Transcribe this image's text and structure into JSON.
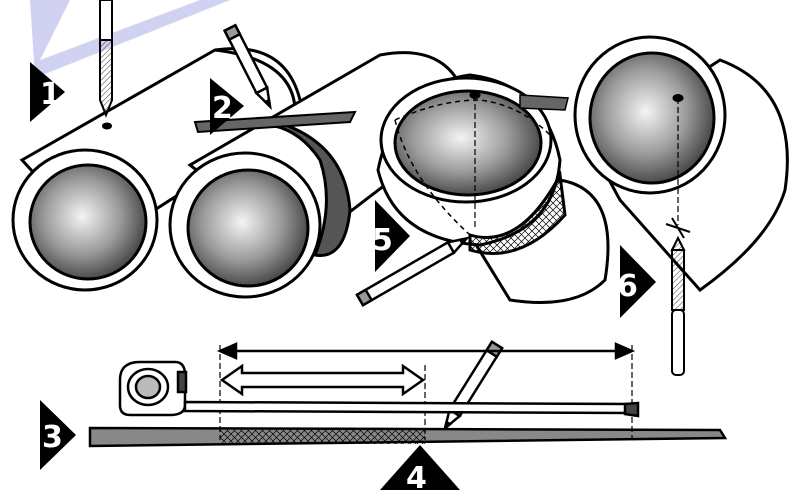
{
  "steps": [
    {
      "number": "1"
    },
    {
      "number": "2"
    },
    {
      "number": "3"
    },
    {
      "number": "4"
    },
    {
      "number": "5"
    },
    {
      "number": "6"
    }
  ],
  "colors": {
    "ink": "#000000",
    "paper": "#ffffff",
    "shade_dark": "#444444",
    "shade_light": "#e6e6e6",
    "watermark": "#c9c9f0"
  },
  "icons": [
    "drill-bit-icon",
    "pencil-icon",
    "tape-measure-icon",
    "paper-strip-icon",
    "pipe-icon"
  ]
}
